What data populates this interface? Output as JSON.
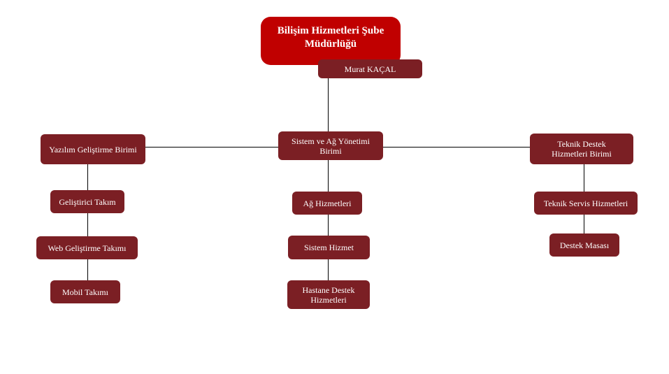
{
  "root": {
    "title": "Bilişim Hizmetleri Şube Müdürlüğü",
    "manager": "Murat KAÇAL"
  },
  "units": {
    "software": {
      "label": "Yazılım Geliştirme Birimi",
      "teams": [
        "Geliştirici Takım",
        "Web Geliştirme Takımı",
        "Mobil Takımı"
      ]
    },
    "system": {
      "label": "Sistem ve Ağ Yönetimi Birimi",
      "teams": [
        "Ağ Hizmetleri",
        "Sistem Hizmet",
        "Hastane Destek Hizmetleri"
      ]
    },
    "support": {
      "label": "Teknik Destek Hizmetleri Birimi",
      "teams": [
        "Teknik Servis Hizmetleri",
        "Destek Masası"
      ]
    }
  },
  "colors": {
    "root": "#C00000",
    "node": "#7B1F24"
  }
}
